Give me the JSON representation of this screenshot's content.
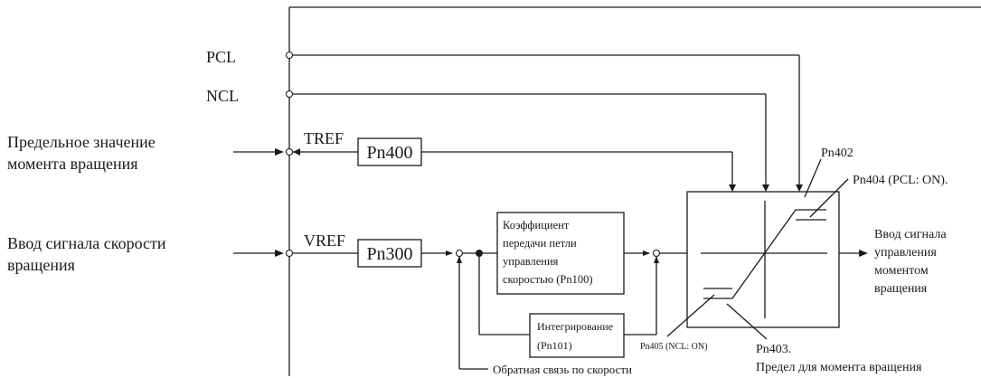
{
  "signals": {
    "pcl": "PCL",
    "ncl": "NCL",
    "tref": "TREF",
    "vref": "VREF"
  },
  "inputs": {
    "torque_limit_line1": "Предельное значение",
    "torque_limit_line2": "момента вращения",
    "speed_ref_line1": "Ввод сигнала скорости",
    "speed_ref_line2": "вращения"
  },
  "blocks": {
    "pn400": "Pn400",
    "pn300": "Pn300",
    "gain_line1": "Коэффициент",
    "gain_line2": "передачи петли",
    "gain_line3": "управления",
    "gain_line4": "скоростью (Pn100)",
    "integ_line1": "Интегрирование",
    "integ_line2": "(Pn101)"
  },
  "limiter": {
    "pn402": "Pn402",
    "pn404": "Pn404 (PCL: ON).",
    "pn405": "Pn405 (NCL: ON)",
    "pn403_line1": "Pn403.",
    "pn403_line2": "Предел для момента вращения"
  },
  "output": {
    "line1": "Ввод сигнала",
    "line2": "управления",
    "line3": "моментом",
    "line4": "вращения"
  },
  "feedback": {
    "label": "Обратная связь по скорости"
  }
}
